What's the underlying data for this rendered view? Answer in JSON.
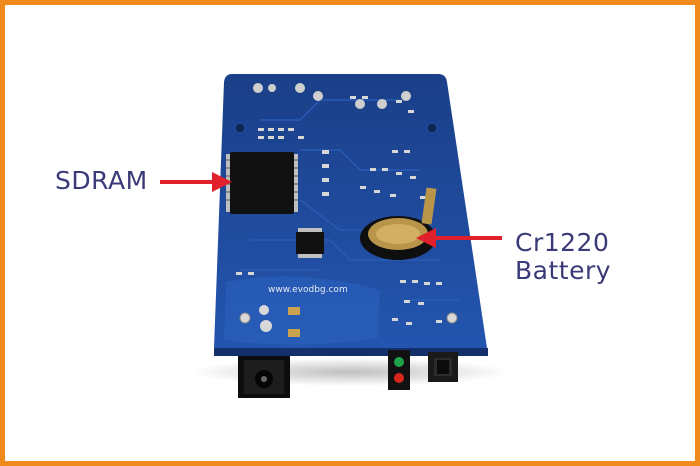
{
  "labels": {
    "sdram": "SDRAM",
    "battery_line1": "Cr1220",
    "battery_line2": "Battery"
  },
  "board": {
    "silkscreen_url": "www.evodbg.com"
  },
  "colors": {
    "border": "#f08a1c",
    "label_text": "#3a3a78",
    "arrow": "#e0202c",
    "pcb": "#1c4a9c"
  }
}
